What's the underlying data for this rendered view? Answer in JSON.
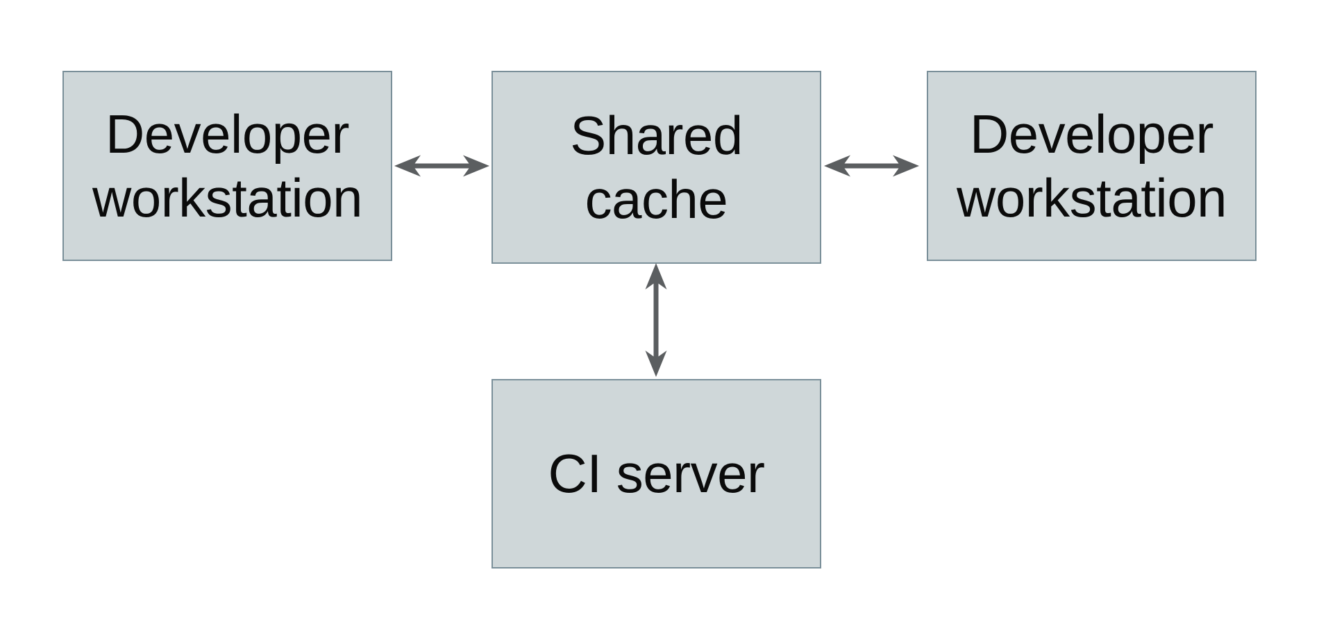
{
  "diagram": {
    "type": "architecture-diagram",
    "colors": {
      "background": "#ffffff",
      "node_fill": "#cfd7d9",
      "node_border": "#7a8f99",
      "arrow": "#5b5e60",
      "text": "#0b0b0b"
    },
    "nodes": [
      {
        "id": "developer-workstation-left",
        "label": "Developer\nworkstation"
      },
      {
        "id": "shared-cache",
        "label": "Shared\ncache"
      },
      {
        "id": "developer-workstation-right",
        "label": "Developer\nworkstation"
      },
      {
        "id": "ci-server",
        "label": "CI server"
      }
    ],
    "edges": [
      {
        "from": "developer-workstation-left",
        "to": "shared-cache",
        "direction": "bidirectional"
      },
      {
        "from": "shared-cache",
        "to": "developer-workstation-right",
        "direction": "bidirectional"
      },
      {
        "from": "shared-cache",
        "to": "ci-server",
        "direction": "bidirectional"
      }
    ]
  }
}
